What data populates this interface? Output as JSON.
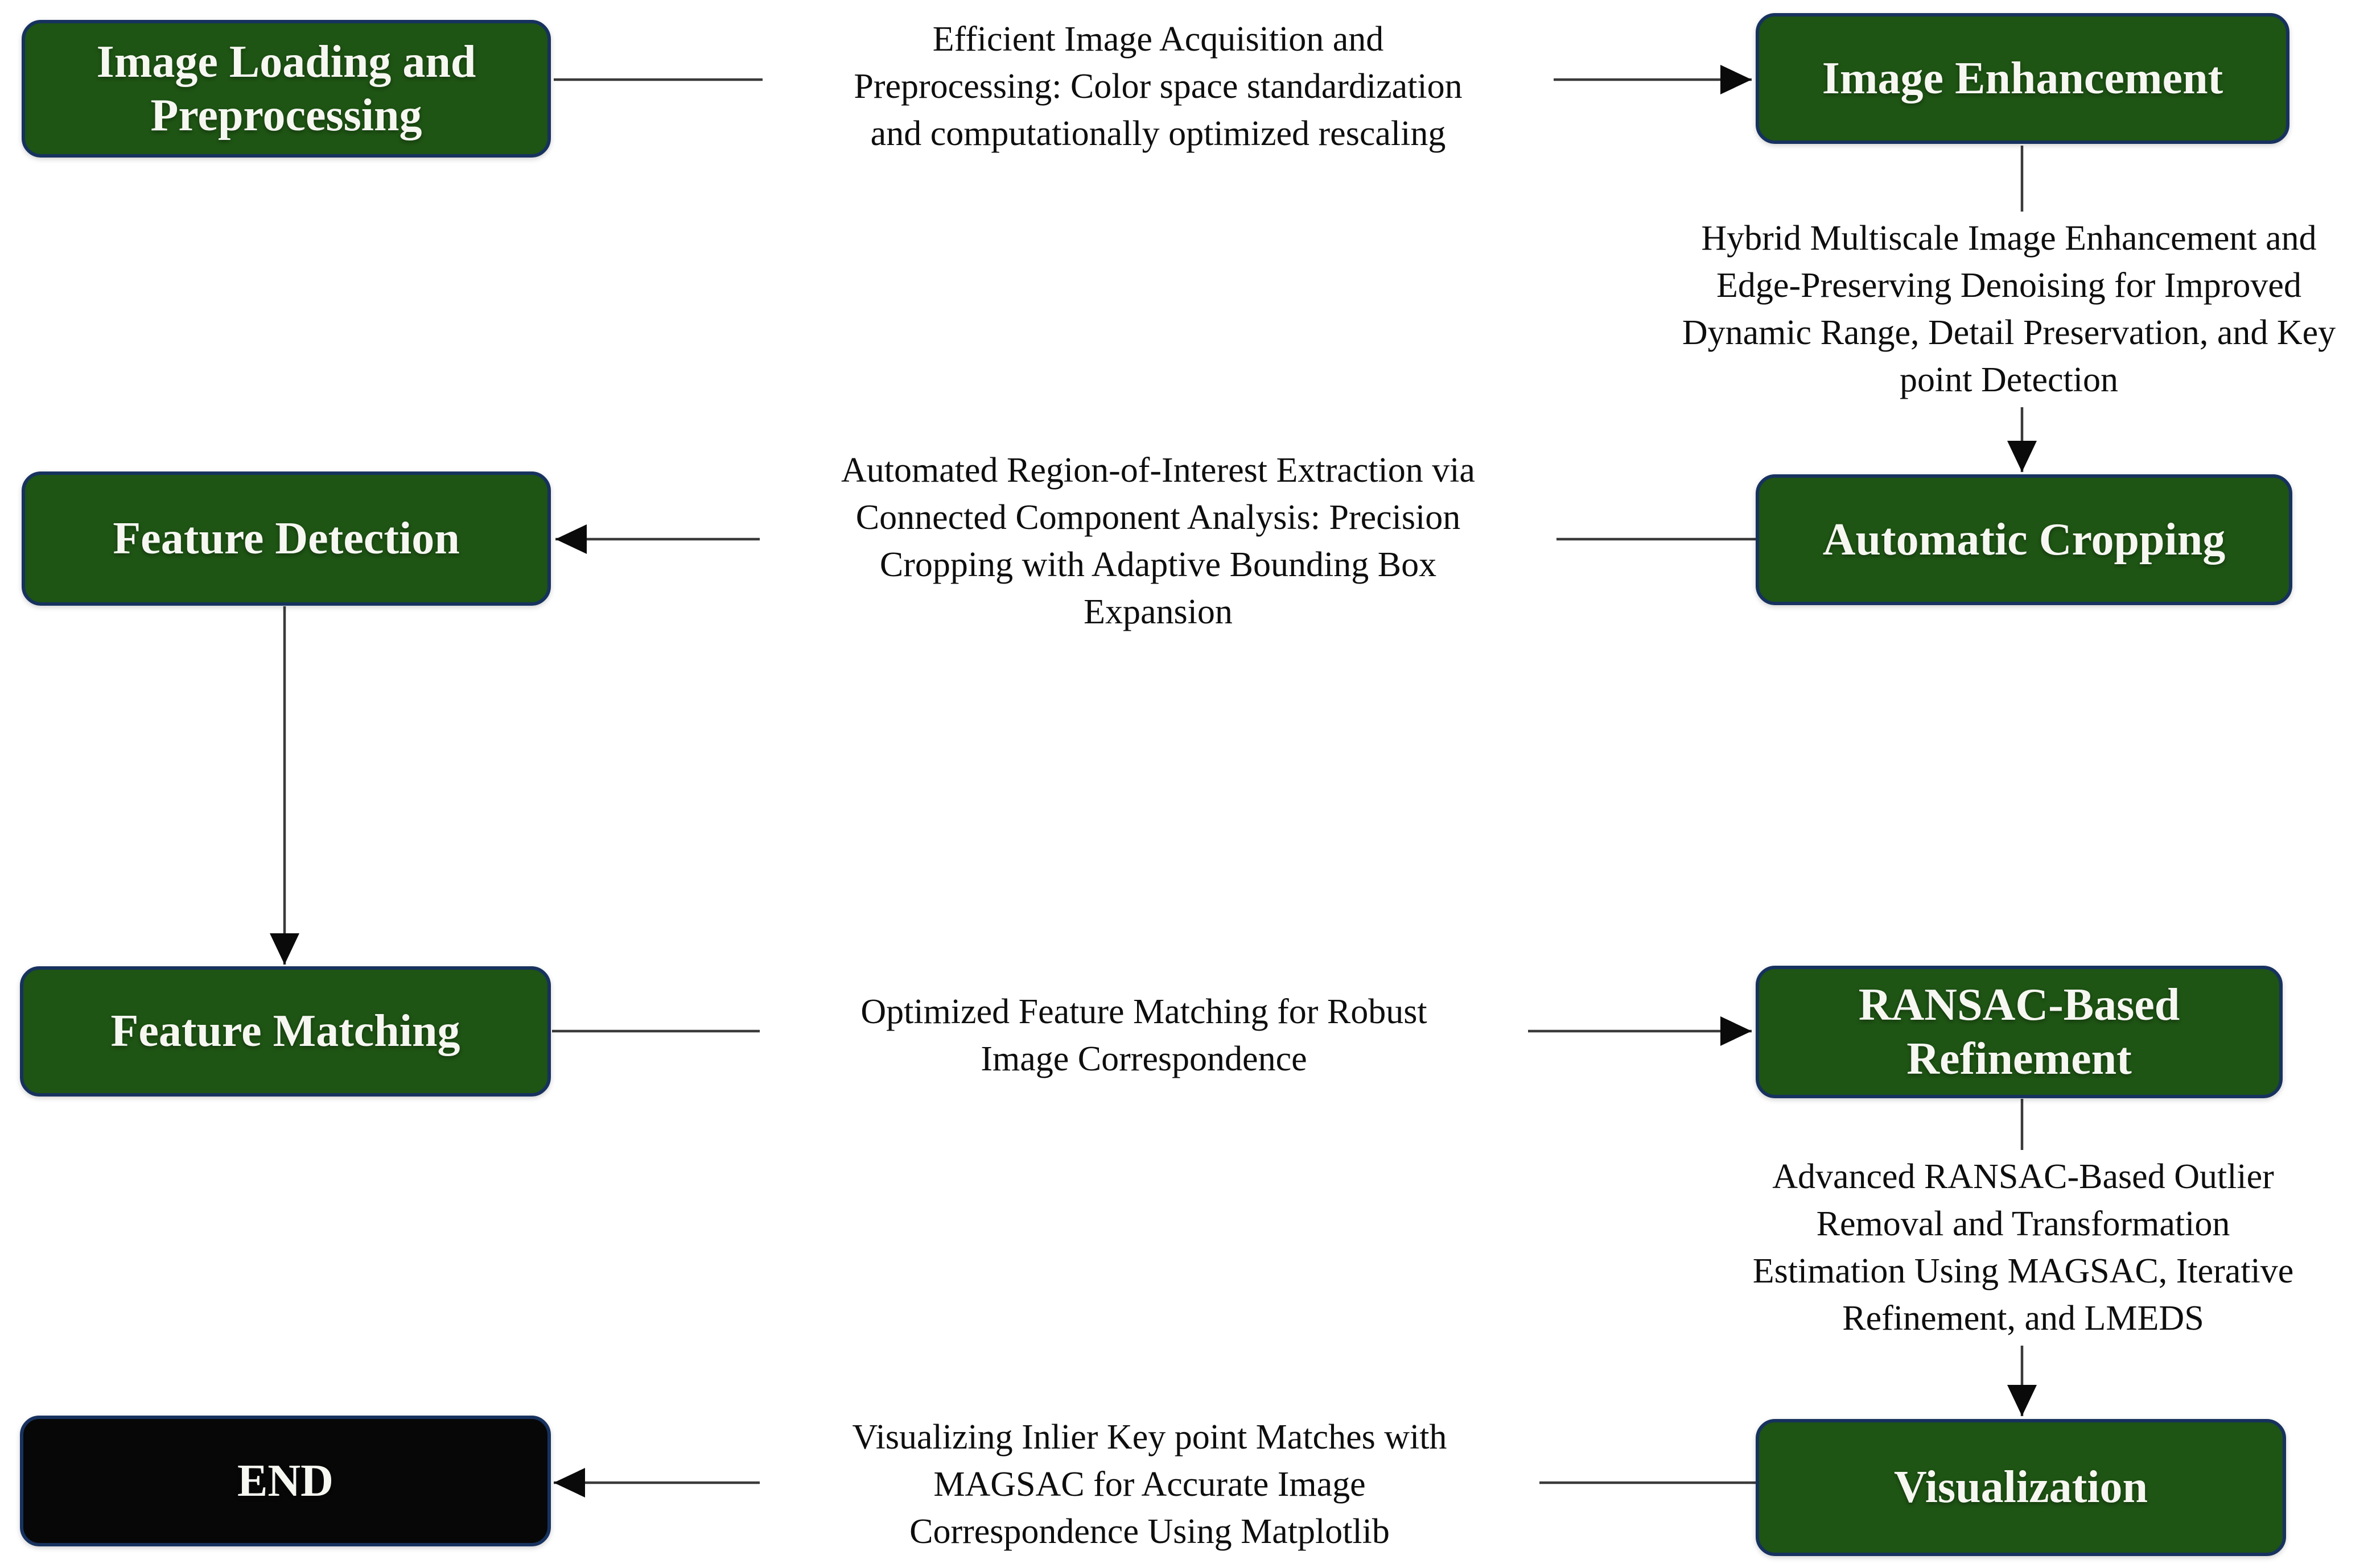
{
  "diagram": {
    "type": "flowchart",
    "colors": {
      "node_fill": "#1e5414",
      "node_border": "#17325e",
      "end_fill": "#070707",
      "node_text": "#f7f7f2",
      "edge_line": "#3a3a3a",
      "arrow": "#0a0a0a",
      "label_text": "#0e0e0e",
      "background": "#ffffff"
    },
    "nodes": [
      {
        "id": "image-loading",
        "label": "Image Loading and\nPreprocessing"
      },
      {
        "id": "image-enhancement",
        "label": "Image Enhancement"
      },
      {
        "id": "feature-detection",
        "label": "Feature Detection"
      },
      {
        "id": "automatic-cropping",
        "label": "Automatic Cropping"
      },
      {
        "id": "feature-matching",
        "label": "Feature Matching"
      },
      {
        "id": "ransac-refinement",
        "label": "RANSAC-Based\nRefinement"
      },
      {
        "id": "end",
        "label": "END"
      },
      {
        "id": "visualization",
        "label": "Visualization"
      }
    ],
    "edge_labels": [
      {
        "id": "loading-to-enhancement",
        "text": "Efficient Image Acquisition and\nPreprocessing: Color space standardization\nand computationally optimized rescaling"
      },
      {
        "id": "enhancement-to-cropping",
        "text": "Hybrid Multiscale Image Enhancement and\nEdge-Preserving Denoising for Improved\nDynamic Range, Detail Preservation, and Key\npoint Detection"
      },
      {
        "id": "cropping-to-detection",
        "text": "Automated Region-of-Interest Extraction via\nConnected Component Analysis: Precision\nCropping with Adaptive Bounding Box\nExpansion"
      },
      {
        "id": "matching-to-ransac",
        "text": "Optimized Feature Matching for Robust\nImage Correspondence"
      },
      {
        "id": "ransac-to-visualization",
        "text": "Advanced RANSAC-Based Outlier\nRemoval and Transformation\nEstimation Using MAGSAC, Iterative\nRefinement, and LMEDS"
      },
      {
        "id": "visualization-to-end",
        "text": "Visualizing Inlier Key point Matches with\nMAGSAC for Accurate Image\nCorrespondence Using Matplotlib"
      }
    ]
  }
}
